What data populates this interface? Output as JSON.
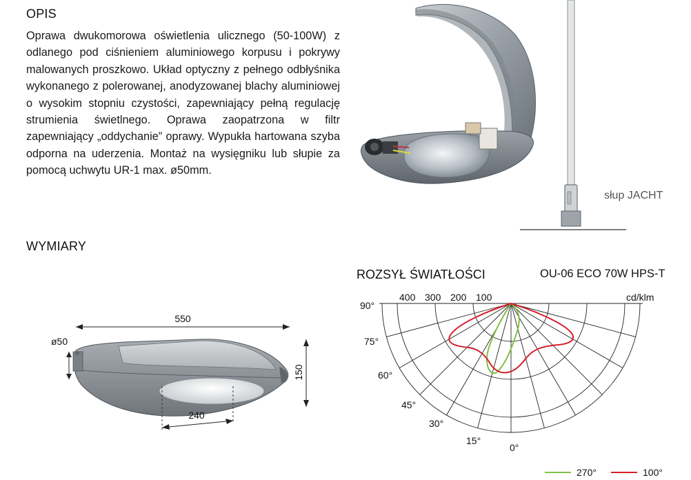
{
  "opis": {
    "heading": "OPIS",
    "description": "Oprawa dwukomorowa oświetlenia ulicznego (50-100W) z odlanego pod ciśnieniem aluminiowego korpusu i pokrywy malowanych proszkowo. Układ optyczny z pełnego odbłyśnika wykonanego z polerowanej, anodyzowanej blachy aluminiowej o wysokim stopniu czystości, zapewniający pełną regulację strumienia świetlnego. Oprawa zaopatrzona w filtr zapewniający „oddychanie” oprawy. Wypukła hartowana szyba odporna na uderzenia. Montaż na wysięgniku lub słupie za pomocą uchwytu UR-1 max. ø50mm."
  },
  "pole_caption": "słup JACHT",
  "wymiary": {
    "heading": "WYMIARY",
    "length": "550",
    "height": "150",
    "glass_width": "240",
    "mount_diameter": "ø50"
  },
  "photometric": {
    "title": "ROZSYŁ ŚWIATŁOŚCI",
    "model": "OU-06 ECO 70W HPS-T",
    "unit": "cd/klm",
    "radial_labels": [
      "400",
      "300",
      "200",
      "100"
    ],
    "angle_labels": [
      "90°",
      "75°",
      "60°",
      "45°",
      "30°",
      "15°",
      "0°"
    ],
    "legend": [
      {
        "label": "270°",
        "color": "#7dc242"
      },
      {
        "label": "100°",
        "color": "#d6202a"
      }
    ]
  }
}
